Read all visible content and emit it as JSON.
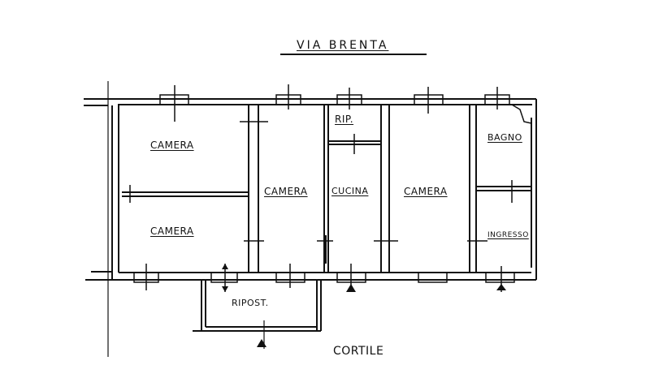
{
  "street": "VIA BRENTA",
  "courtyard": "CORTILE",
  "rooms": [
    {
      "id": "camera-1",
      "label": "CAMERA"
    },
    {
      "id": "camera-2",
      "label": "CAMERA"
    },
    {
      "id": "camera-3",
      "label": "CAMERA"
    },
    {
      "id": "cucina",
      "label": "CUCINA"
    },
    {
      "id": "ripostiglio-small",
      "label": "RIP."
    },
    {
      "id": "camera-4",
      "label": "CAMERA"
    },
    {
      "id": "bagno",
      "label": "BAGNO"
    },
    {
      "id": "ingresso",
      "label": "INGRESSO"
    },
    {
      "id": "ripostiglio",
      "label": "RIPOST."
    }
  ],
  "colors": {
    "line": "#111111",
    "background": "#ffffff"
  }
}
